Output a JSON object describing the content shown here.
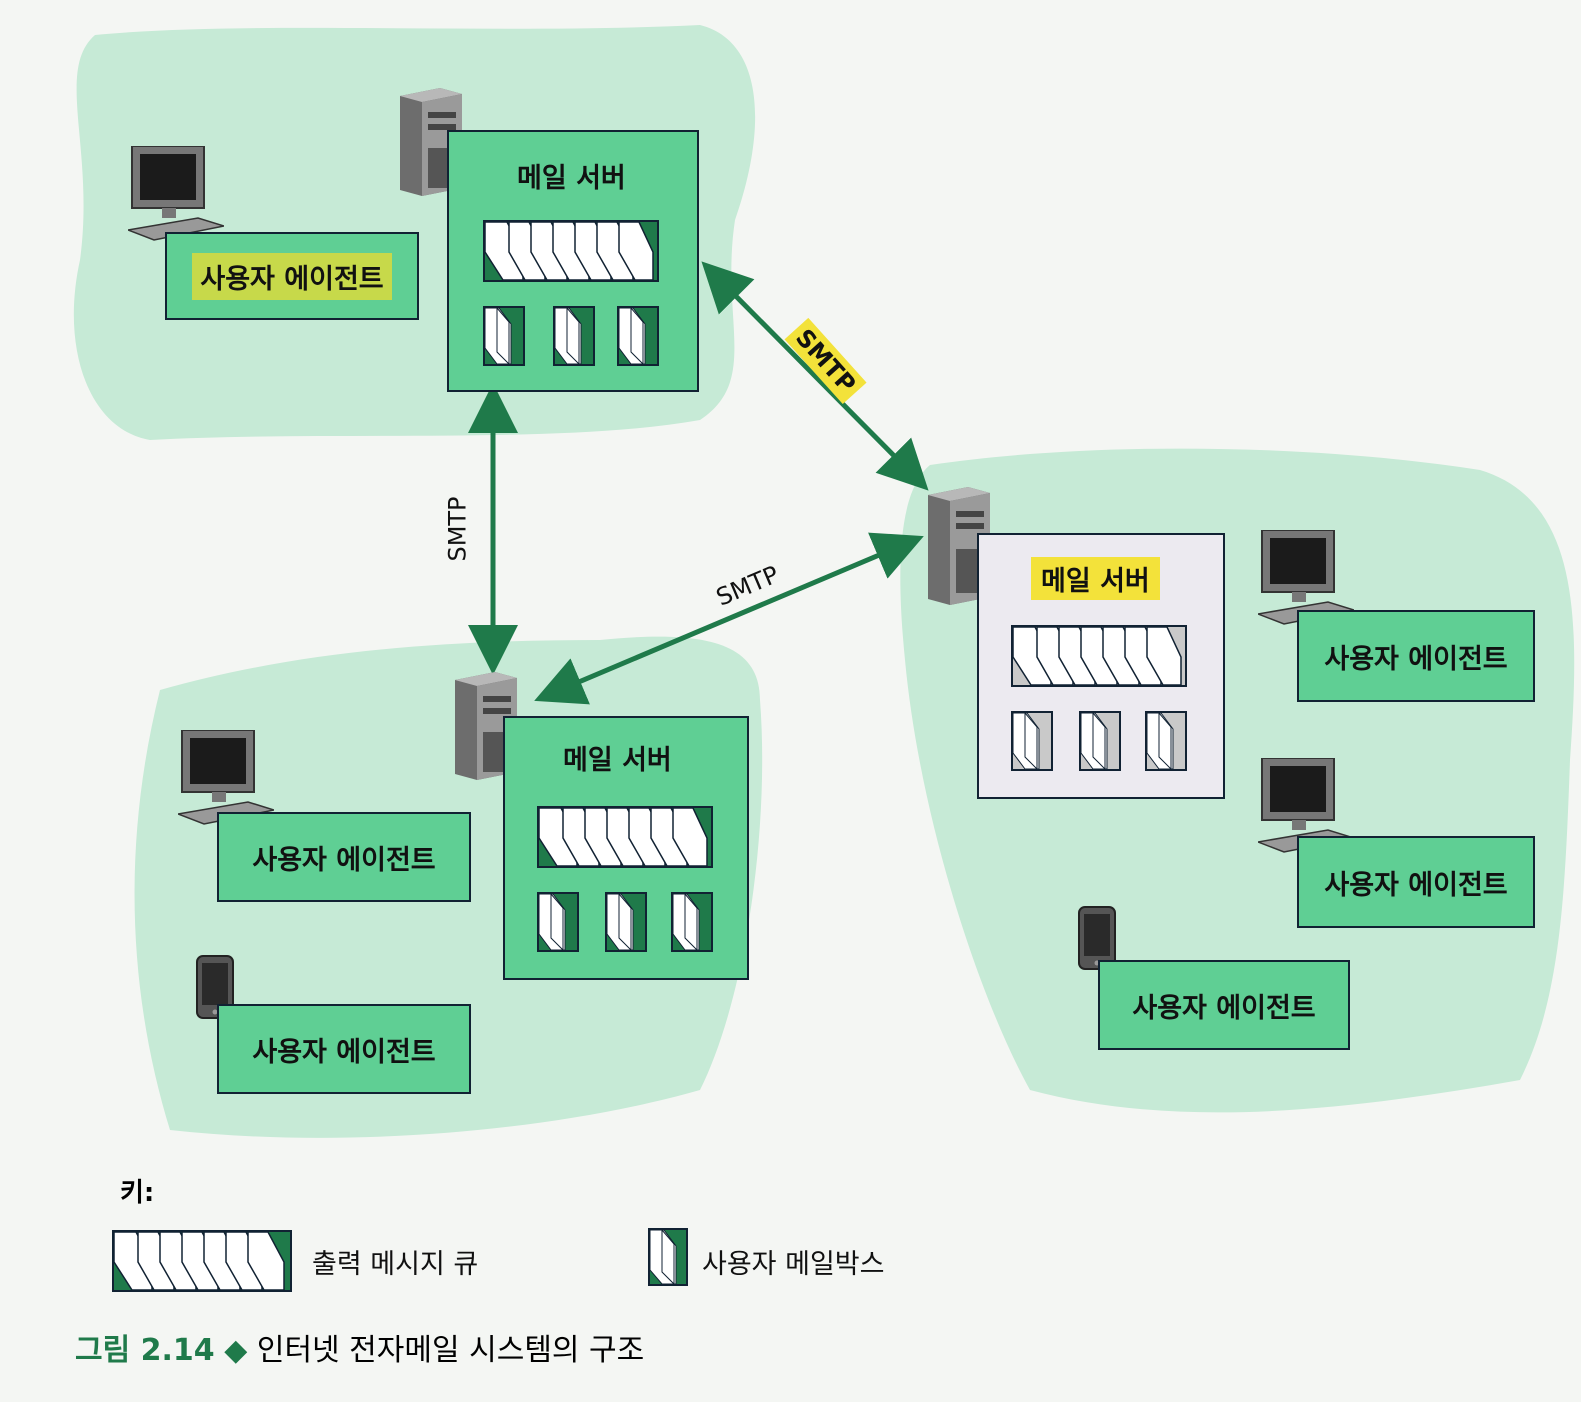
{
  "servers": [
    {
      "title": "메일 서버"
    },
    {
      "title": "메일 서버"
    },
    {
      "title": "메일 서버"
    }
  ],
  "user_agents": [
    {
      "label": "사용자 에이전트",
      "device": "desktop-computer"
    },
    {
      "label": "사용자 에이전트",
      "device": "desktop-computer"
    },
    {
      "label": "사용자 에이전트",
      "device": "smartphone"
    },
    {
      "label": "사용자 에이전트",
      "device": "desktop-computer"
    },
    {
      "label": "사용자 에이전트",
      "device": "desktop-computer"
    },
    {
      "label": "사용자 에이전트",
      "device": "smartphone"
    }
  ],
  "protocols": {
    "top_right": "SMTP",
    "vertical": "SMTP",
    "bottom": "SMTP"
  },
  "key": {
    "heading": "키:",
    "queue_label": "출력 메시지 큐",
    "mailbox_label": "사용자 메일박스"
  },
  "caption": {
    "number": "그림 2.14",
    "bullet": "◆",
    "text": "인터넷 전자메일 시스템의 구조"
  },
  "colors": {
    "accent": "#5fcf94",
    "dark_green": "#1f7a4a",
    "highlight": "#f3e23a"
  }
}
